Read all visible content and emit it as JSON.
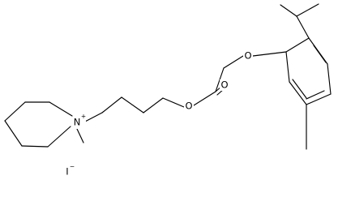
{
  "structure": {
    "atoms": {
      "ether_oxygen": "O",
      "ester_oxygen": "O",
      "carbonyl_oxygen": "O",
      "ammonium_nitrogen": "N",
      "ammonium_charge": "+",
      "counterion": "I",
      "counterion_charge": "−"
    },
    "colors": {
      "bond": "#000000",
      "text": "#000000",
      "background": "#ffffff"
    }
  }
}
